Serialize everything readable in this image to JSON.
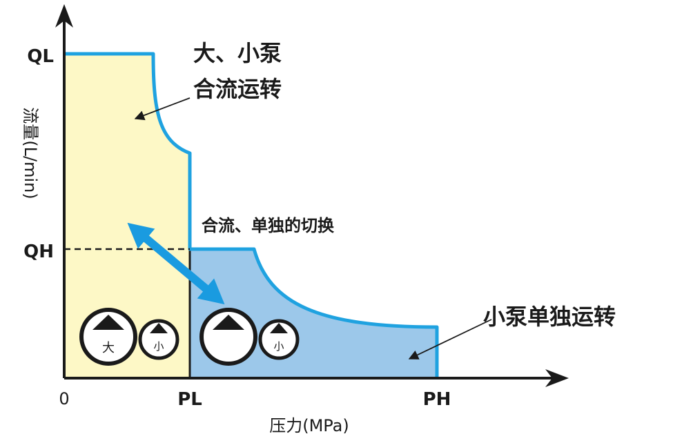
{
  "chart_data": {
    "type": "area",
    "xlabel": "压力(MPa)",
    "ylabel": "流量(L/min)",
    "x_ticks": [
      "0",
      "PL",
      "PH"
    ],
    "y_ticks": [
      "QL",
      "QH"
    ],
    "regions": [
      {
        "label": "大、小泵合流运转",
        "lines": [
          "大、小泵",
          "合流运转"
        ],
        "range": [
          "0",
          "PL"
        ],
        "flow": "QL"
      },
      {
        "label": "小泵单独运转",
        "range": [
          "PL",
          "PH"
        ],
        "flow": "QH"
      }
    ],
    "annotations": [
      "合流、单独的切换"
    ],
    "pump_labels": {
      "large": "大",
      "small": "小"
    },
    "colors": {
      "yellow_region": "#fdf8c6",
      "blue_region": "#9cc8ea",
      "curve": "#1fa2e0",
      "arrow": "#1a9be0"
    }
  }
}
